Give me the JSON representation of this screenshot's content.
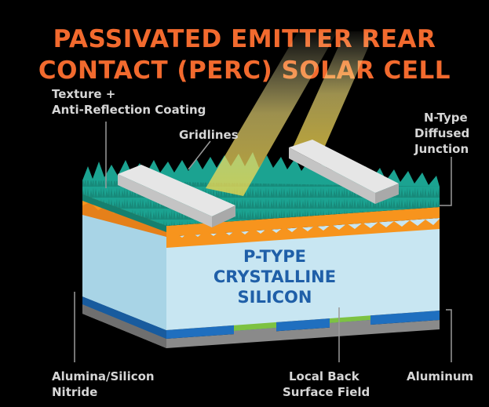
{
  "title": {
    "line1": "PASSIVATED EMITTER REAR",
    "line2": "CONTACT (PERC) SOLAR CELL"
  },
  "labels": {
    "texture_line1": "Texture +",
    "texture_line2": "Anti-Reflection Coating",
    "gridlines": "Gridlines",
    "ntype_line1": "N-Type",
    "ntype_line2": "Diffused",
    "ntype_line3": "Junction",
    "ptype_line1": "P-TYPE",
    "ptype_line2": "CRYSTALLINE SILICON",
    "alumina_line1": "Alumina/Silicon",
    "alumina_line2": "Nitride",
    "lbsf_line1": "Local Back",
    "lbsf_line2": "Surface Field",
    "aluminum": "Aluminum"
  },
  "colors": {
    "title": "#f26a2e",
    "texture": "#1ba391",
    "n_type": "#f7941d",
    "p_type_front": "#c8e6f2",
    "p_type_side": "#a8d4e6",
    "alumina": "#1f6fbf",
    "aluminum": "#8a8a8a",
    "local_bsf": "#7dc242",
    "gridline": "#d9d9d9",
    "sunlight": "#f6e27a",
    "label_text": "#d6d6d6"
  }
}
